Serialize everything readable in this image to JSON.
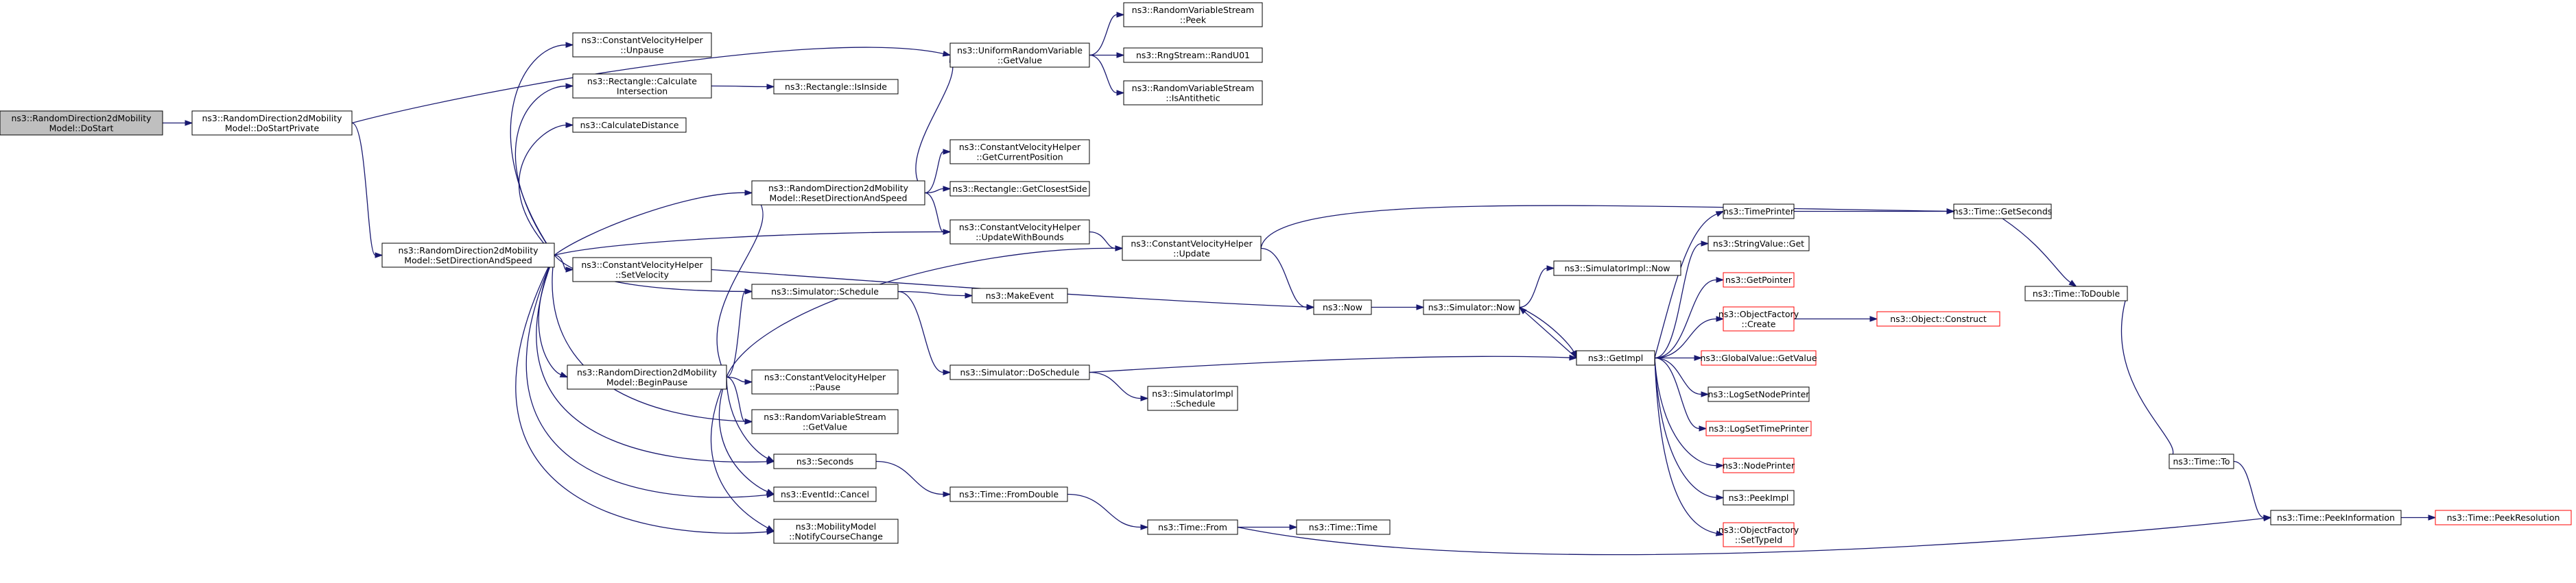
{
  "colors": {
    "edge": "#191970",
    "root_fill": "#bfbfbf",
    "red_border": "#ff0000",
    "border": "#000000"
  },
  "nodes": [
    {
      "id": "n0",
      "lines": [
        "ns3::RandomDirection2dMobility",
        "Model::DoStart"
      ],
      "style": "root"
    },
    {
      "id": "n1",
      "lines": [
        "ns3::RandomDirection2dMobility",
        "Model::DoStartPrivate"
      ]
    },
    {
      "id": "n2",
      "lines": [
        "ns3::RandomDirection2dMobility",
        "Model::SetDirectionAndSpeed"
      ]
    },
    {
      "id": "n3",
      "lines": [
        "ns3::UniformRandomVariable",
        "::GetValue"
      ]
    },
    {
      "id": "n4",
      "lines": [
        "ns3::RandomVariableStream",
        "::Peek"
      ]
    },
    {
      "id": "n5",
      "lines": [
        "ns3::RngStream::RandU01"
      ]
    },
    {
      "id": "n6",
      "lines": [
        "ns3::RandomVariableStream",
        "::IsAntithetic"
      ]
    },
    {
      "id": "n7",
      "lines": [
        "ns3::ConstantVelocityHelper",
        "::Unpause"
      ]
    },
    {
      "id": "n8",
      "lines": [
        "ns3::Rectangle::Calculate",
        "Intersection"
      ]
    },
    {
      "id": "n9",
      "lines": [
        "ns3::Rectangle::IsInside"
      ]
    },
    {
      "id": "n10",
      "lines": [
        "ns3::CalculateDistance"
      ]
    },
    {
      "id": "n11",
      "lines": [
        "ns3::RandomDirection2dMobility",
        "Model::ResetDirectionAndSpeed"
      ]
    },
    {
      "id": "n12",
      "lines": [
        "ns3::ConstantVelocityHelper",
        "::GetCurrentPosition"
      ]
    },
    {
      "id": "n13",
      "lines": [
        "ns3::Rectangle::GetClosestSide"
      ]
    },
    {
      "id": "n14",
      "lines": [
        "ns3::ConstantVelocityHelper",
        "::UpdateWithBounds"
      ]
    },
    {
      "id": "n15",
      "lines": [
        "ns3::ConstantVelocityHelper",
        "::Update"
      ]
    },
    {
      "id": "n16",
      "lines": [
        "ns3::ConstantVelocityHelper",
        "::SetVelocity"
      ]
    },
    {
      "id": "n17",
      "lines": [
        "ns3::Now"
      ]
    },
    {
      "id": "n18",
      "lines": [
        "ns3::Simulator::Now"
      ]
    },
    {
      "id": "n19",
      "lines": [
        "ns3::SimulatorImpl::Now"
      ]
    },
    {
      "id": "n20",
      "lines": [
        "ns3::GetImpl"
      ]
    },
    {
      "id": "n21",
      "lines": [
        "ns3::RandomDirection2dMobility",
        "Model::BeginPause"
      ]
    },
    {
      "id": "n22",
      "lines": [
        "ns3::Simulator::Schedule"
      ]
    },
    {
      "id": "n23",
      "lines": [
        "ns3::MakeEvent"
      ]
    },
    {
      "id": "n24",
      "lines": [
        "ns3::Simulator::DoSchedule"
      ]
    },
    {
      "id": "n25",
      "lines": [
        "ns3::SimulatorImpl",
        "::Schedule"
      ]
    },
    {
      "id": "n26",
      "lines": [
        "ns3::ConstantVelocityHelper",
        "::Pause"
      ]
    },
    {
      "id": "n27",
      "lines": [
        "ns3::RandomVariableStream",
        "::GetValue"
      ]
    },
    {
      "id": "n28",
      "lines": [
        "ns3::Seconds"
      ]
    },
    {
      "id": "n29",
      "lines": [
        "ns3::EventId::Cancel"
      ]
    },
    {
      "id": "n30",
      "lines": [
        "ns3::MobilityModel",
        "::NotifyCourseChange"
      ]
    },
    {
      "id": "n31",
      "lines": [
        "ns3::Time::FromDouble"
      ]
    },
    {
      "id": "n32",
      "lines": [
        "ns3::Time::From"
      ]
    },
    {
      "id": "n33",
      "lines": [
        "ns3::Time::Time"
      ]
    },
    {
      "id": "n34",
      "lines": [
        "ns3::TimePrinter"
      ]
    },
    {
      "id": "n35",
      "lines": [
        "ns3::StringValue::Get"
      ]
    },
    {
      "id": "n36",
      "lines": [
        "ns3::GetPointer"
      ],
      "style": "red"
    },
    {
      "id": "n37",
      "lines": [
        "ns3::ObjectFactory",
        "::Create"
      ],
      "style": "red"
    },
    {
      "id": "n38",
      "lines": [
        "ns3::Object::Construct"
      ],
      "style": "red"
    },
    {
      "id": "n39",
      "lines": [
        "ns3::GlobalValue::GetValue"
      ],
      "style": "red"
    },
    {
      "id": "n40",
      "lines": [
        "ns3::LogSetNodePrinter"
      ]
    },
    {
      "id": "n41",
      "lines": [
        "ns3::LogSetTimePrinter"
      ],
      "style": "red"
    },
    {
      "id": "n42",
      "lines": [
        "ns3::NodePrinter"
      ],
      "style": "red"
    },
    {
      "id": "n43",
      "lines": [
        "ns3::PeekImpl"
      ]
    },
    {
      "id": "n44",
      "lines": [
        "ns3::ObjectFactory",
        "::SetTypeId"
      ],
      "style": "red"
    },
    {
      "id": "n45",
      "lines": [
        "ns3::Time::GetSeconds"
      ]
    },
    {
      "id": "n46",
      "lines": [
        "ns3::Time::ToDouble"
      ]
    },
    {
      "id": "n47",
      "lines": [
        "ns3::Time::To"
      ]
    },
    {
      "id": "n48",
      "lines": [
        "ns3::Time::PeekInformation"
      ]
    },
    {
      "id": "n49",
      "lines": [
        "ns3::Time::PeekResolution"
      ],
      "style": "red"
    }
  ],
  "edges": [
    [
      "n0",
      "n1"
    ],
    [
      "n1",
      "n2"
    ],
    [
      "n1",
      "n3"
    ],
    [
      "n3",
      "n4"
    ],
    [
      "n3",
      "n5"
    ],
    [
      "n3",
      "n6"
    ],
    [
      "n2",
      "n7"
    ],
    [
      "n2",
      "n8"
    ],
    [
      "n8",
      "n9"
    ],
    [
      "n2",
      "n10"
    ],
    [
      "n2",
      "n11"
    ],
    [
      "n2",
      "n14"
    ],
    [
      "n2",
      "n16"
    ],
    [
      "n2",
      "n21"
    ],
    [
      "n2",
      "n22"
    ],
    [
      "n2",
      "n27"
    ],
    [
      "n2",
      "n28"
    ],
    [
      "n2",
      "n29"
    ],
    [
      "n2",
      "n30"
    ],
    [
      "n11",
      "n3"
    ],
    [
      "n11",
      "n12"
    ],
    [
      "n11",
      "n13"
    ],
    [
      "n11",
      "n14"
    ],
    [
      "n14",
      "n15"
    ],
    [
      "n15",
      "n45"
    ],
    [
      "n15",
      "n17"
    ],
    [
      "n16",
      "n17"
    ],
    [
      "n17",
      "n18"
    ],
    [
      "n18",
      "n19"
    ],
    [
      "n18",
      "n20"
    ],
    [
      "n20",
      "n18"
    ],
    [
      "n21",
      "n11"
    ],
    [
      "n21",
      "n15"
    ],
    [
      "n21",
      "n22"
    ],
    [
      "n21",
      "n26"
    ],
    [
      "n21",
      "n27"
    ],
    [
      "n21",
      "n28"
    ],
    [
      "n21",
      "n29"
    ],
    [
      "n21",
      "n30"
    ],
    [
      "n22",
      "n23"
    ],
    [
      "n22",
      "n24"
    ],
    [
      "n24",
      "n25"
    ],
    [
      "n24",
      "n20"
    ],
    [
      "n28",
      "n31"
    ],
    [
      "n31",
      "n32"
    ],
    [
      "n32",
      "n33"
    ],
    [
      "n32",
      "n48"
    ],
    [
      "n20",
      "n34"
    ],
    [
      "n20",
      "n35"
    ],
    [
      "n20",
      "n36"
    ],
    [
      "n20",
      "n37"
    ],
    [
      "n37",
      "n38"
    ],
    [
      "n20",
      "n39"
    ],
    [
      "n20",
      "n40"
    ],
    [
      "n20",
      "n41"
    ],
    [
      "n20",
      "n42"
    ],
    [
      "n20",
      "n43"
    ],
    [
      "n20",
      "n44"
    ],
    [
      "n34",
      "n45"
    ],
    [
      "n45",
      "n46"
    ],
    [
      "n46",
      "n47"
    ],
    [
      "n47",
      "n48"
    ],
    [
      "n48",
      "n49"
    ]
  ]
}
